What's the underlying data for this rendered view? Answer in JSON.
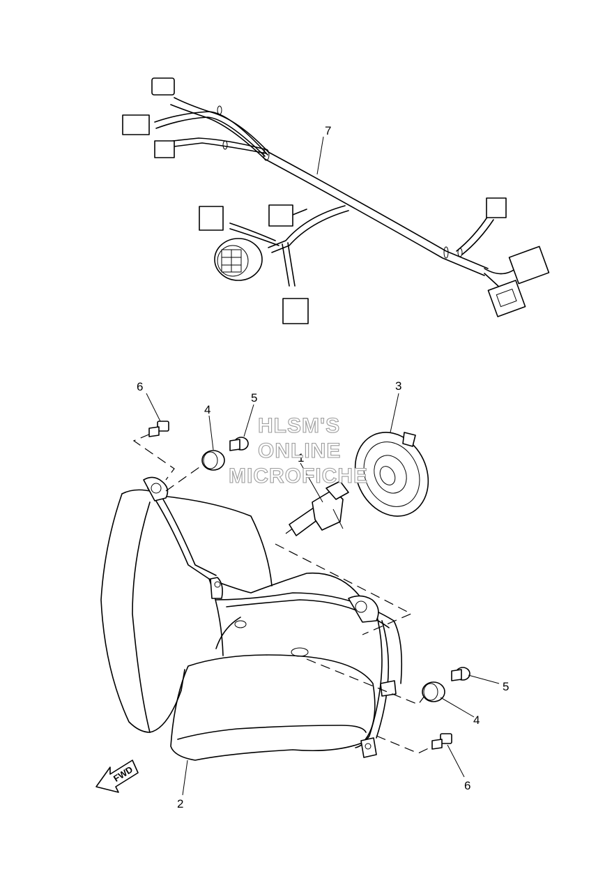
{
  "watermark": {
    "line1": "HLSM'S",
    "line2": "ONLINE",
    "line3": "MICROFICHE"
  },
  "fwd_label": "FWD",
  "callouts": {
    "c1": "1",
    "c2": "2",
    "c3": "3",
    "c4a": "4",
    "c4b": "4",
    "c5a": "5",
    "c5b": "5",
    "c6a": "6",
    "c6b": "6",
    "c7": "7"
  }
}
